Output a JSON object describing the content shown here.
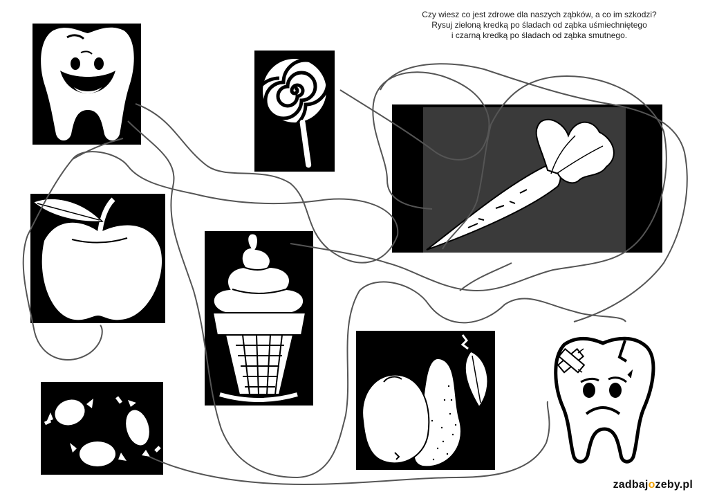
{
  "instructions": {
    "line1": "Czy wiesz co jest zdrowe dla naszych ząbków, a co im szkodzi?",
    "line2": "Rysuj zieloną kredką po śladach od ząbka uśmiechniętego",
    "line3": "i czarną kredką po śladach od ząbka smutnego."
  },
  "logo": {
    "part1": "zadbaj",
    "part2": "o",
    "part3": "zeby.pl",
    "accent_color": "#f0a000"
  },
  "pictures": [
    "happy-tooth",
    "lollipop",
    "carrot",
    "apple",
    "ice-cream",
    "candies",
    "fruit-pear",
    "sad-tooth"
  ],
  "colors": {
    "tile": "#000000",
    "carrot_panel": "#3a3a3a",
    "line": "#555555"
  }
}
